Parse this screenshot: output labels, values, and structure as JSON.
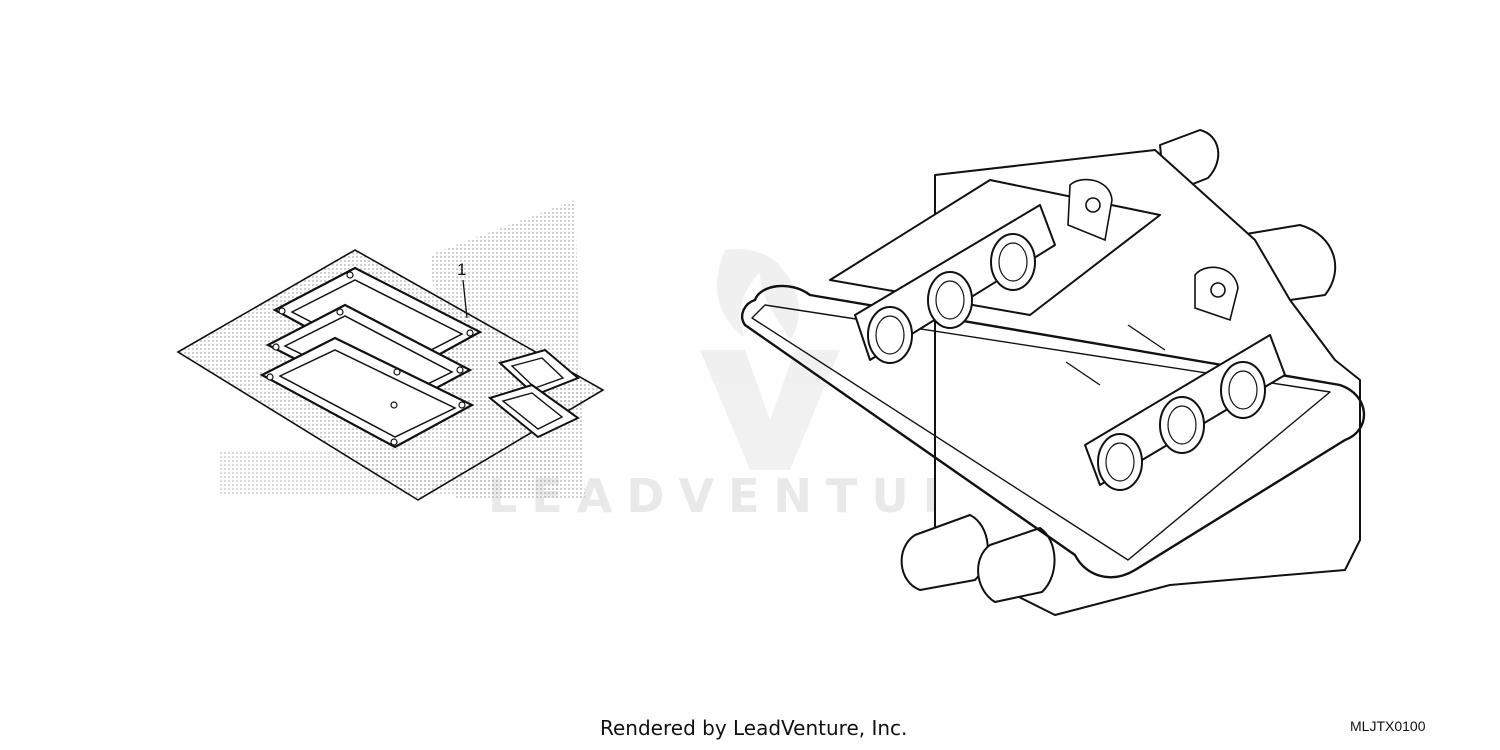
{
  "callouts": [
    {
      "number": "1"
    }
  ],
  "watermark": {
    "text": "LEADVENTURE"
  },
  "footer": {
    "credit": "Rendered by LeadVenture, Inc.",
    "diagram_code": "MLJTX0100"
  },
  "colors": {
    "line": "#111111",
    "stipple": "#b5b5b5",
    "watermark": "#e9e9e9"
  }
}
